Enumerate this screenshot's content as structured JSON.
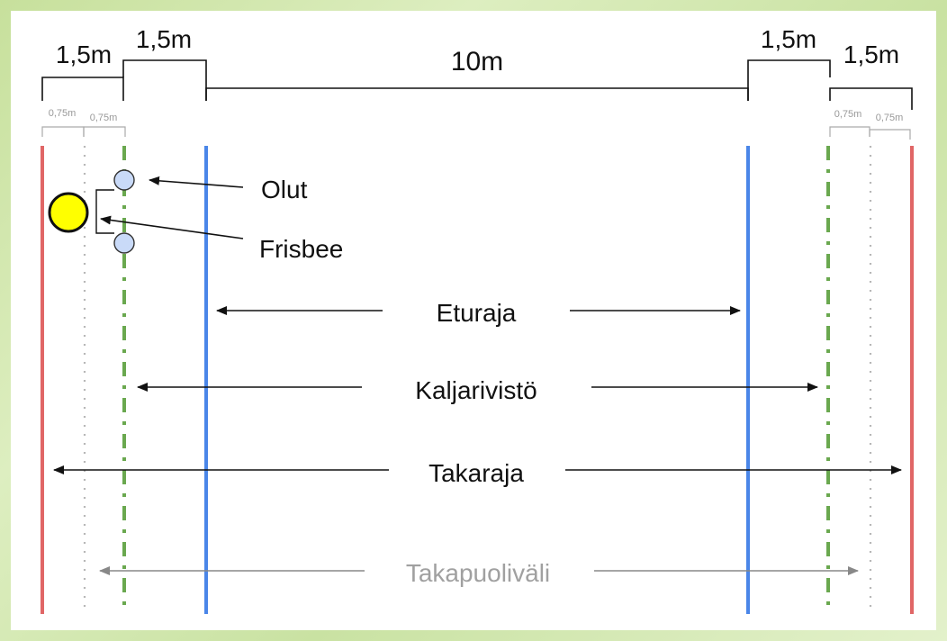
{
  "colors": {
    "back_line": "#e06666",
    "beer_row_line": "#6aa84f",
    "front_line": "#4a86e8",
    "dotted_line": "#b7b7b7",
    "frisbee_fill": "#ffff00",
    "beer_fill": "#c9daf8"
  },
  "dimensions": {
    "left_outer": "1,5m",
    "left_inner": "1,5m",
    "middle": "10m",
    "right_inner": "1,5m",
    "right_outer": "1,5m",
    "left_half_a": "0,75m",
    "left_half_b": "0,75m",
    "right_half_a": "0,75m",
    "right_half_b": "0,75m"
  },
  "labels": {
    "beer": "Olut",
    "frisbee": "Frisbee",
    "front_line": "Eturaja",
    "beer_row": "Kaljarivistö",
    "back_line": "Takaraja",
    "back_half": "Takapuoliväli"
  }
}
